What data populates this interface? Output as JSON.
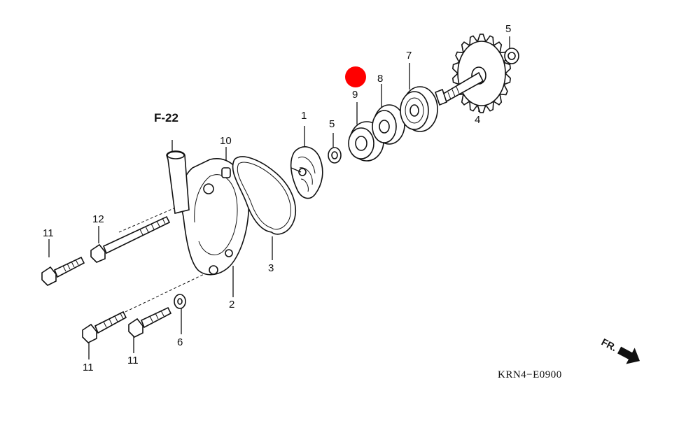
{
  "diagram": {
    "reference_label": "F-22",
    "diagram_code": "KRN4−E0900",
    "direction_label": "FR.",
    "highlight_color": "#ff0000",
    "callouts": [
      {
        "id": "c1",
        "label": "1"
      },
      {
        "id": "c2",
        "label": "2"
      },
      {
        "id": "c3",
        "label": "3"
      },
      {
        "id": "c4",
        "label": "4"
      },
      {
        "id": "c5a",
        "label": "5"
      },
      {
        "id": "c5b",
        "label": "5"
      },
      {
        "id": "c6",
        "label": "6"
      },
      {
        "id": "c7",
        "label": "7"
      },
      {
        "id": "c8",
        "label": "8"
      },
      {
        "id": "c9",
        "label": "9"
      },
      {
        "id": "c10",
        "label": "10"
      },
      {
        "id": "c11a",
        "label": "11"
      },
      {
        "id": "c11b",
        "label": "11"
      },
      {
        "id": "c11c",
        "label": "11"
      },
      {
        "id": "c12",
        "label": "12"
      }
    ]
  }
}
